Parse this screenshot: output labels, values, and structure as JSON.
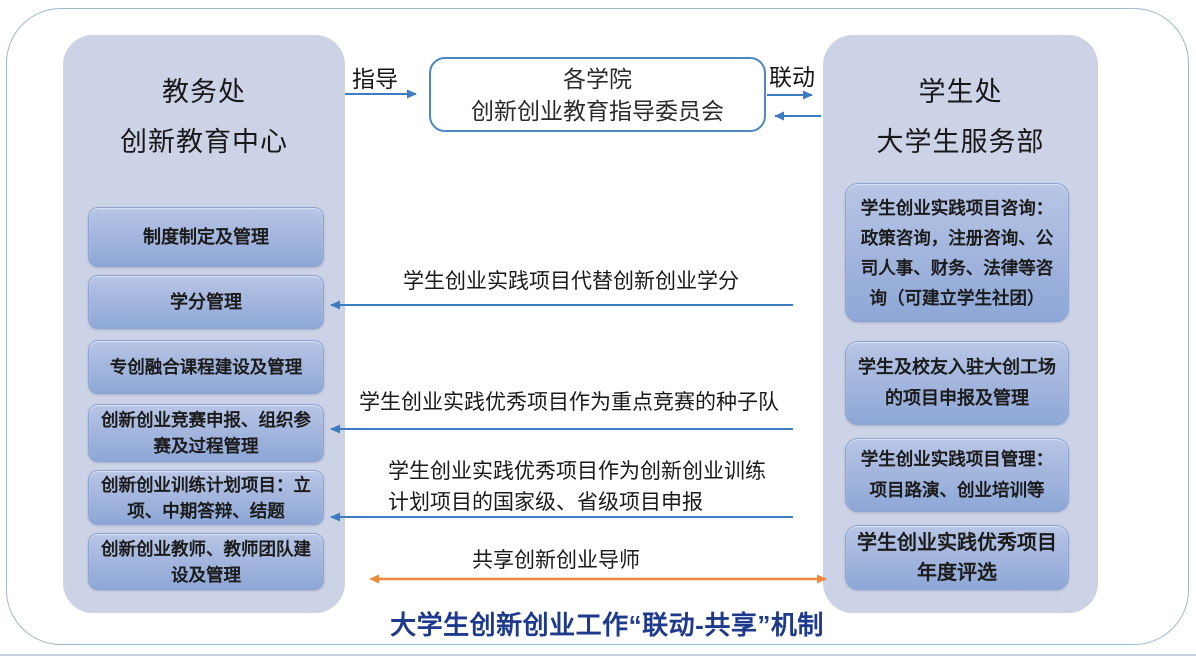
{
  "left_panel": {
    "title_line1": "教务处",
    "title_line2": "创新教育中心",
    "boxes": [
      "制度制定及管理",
      "学分管理",
      "专创融合课程建设及管理",
      "创新创业竞赛申报、组织参\n赛及过程管理",
      "创新创业训练计划项目：立\n项、中期答辩、结题",
      "创新创业教师、教师团队建\n设及管理"
    ]
  },
  "right_panel": {
    "title_line1": "学生处",
    "title_line2": "大学生服务部",
    "boxes": [
      "学生创业实践项目咨询：\n政策咨询，注册咨询、公\n司人事、财务、法律等咨\n询（可建立学生社团）",
      "学生及校友入驻大创工场\n的项目申报及管理",
      "学生创业实践项目管理：\n项目路演、创业培训等",
      "学生创业实践优秀项目\n年度评选"
    ]
  },
  "committee_box": {
    "line1": "各学院",
    "line2": "创新创业教育指导委员会"
  },
  "arrow_labels": {
    "guide": "指导",
    "linkage": "联动"
  },
  "flows": [
    {
      "text": "学生创业实践项目代替创新创业学分"
    },
    {
      "text": "学生创业实践优秀项目作为重点竞赛的种子队"
    },
    {
      "text": "学生创业实践优秀项目作为创新创业训练\n计划项目的国家级、省级项目申报"
    },
    {
      "text": "共享创新创业导师"
    }
  ],
  "footer_title": "大学生创新创业工作“联动-共享”机制",
  "colors": {
    "panel_fill": "#cdd3e6",
    "box_gradient_top": "#b8c6e6",
    "box_gradient_bottom": "#8da7d6",
    "committee_border": "#4e87c6",
    "arrow_blue": "#3e7cc1",
    "arrow_orange": "#ee8a3d",
    "footer_text": "#1e3a8c",
    "outer_border": "#9fb9cf"
  }
}
